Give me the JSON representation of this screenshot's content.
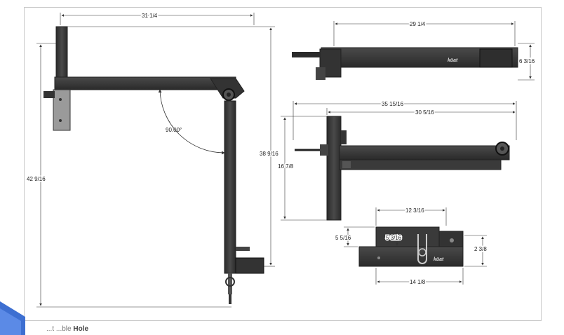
{
  "drawing": {
    "brand_label": "küat",
    "front_view": {
      "width": "31 1/4",
      "height_total": "42 9/16",
      "height_upper": "38 9/16",
      "angle": "90.00°"
    },
    "top_view": {
      "length": "29 1/4",
      "height": "6 3/16"
    },
    "side_view": {
      "overall": "35 15/16",
      "inner": "30 5/16",
      "height": "16 7/8"
    },
    "detail_view": {
      "top_width": "12 3/16",
      "left_height": "5 5/16",
      "inner_height": "5 3/16",
      "right_height": "2 3/8",
      "bottom_width": "14 1/8"
    }
  },
  "caption": {
    "prefix": "...t ...ble",
    "bold": "Hole"
  },
  "colors": {
    "metal": "#3a3a3a",
    "metal_dark": "#222222",
    "line": "#333333",
    "accent_blue": "#3d6fd1"
  }
}
